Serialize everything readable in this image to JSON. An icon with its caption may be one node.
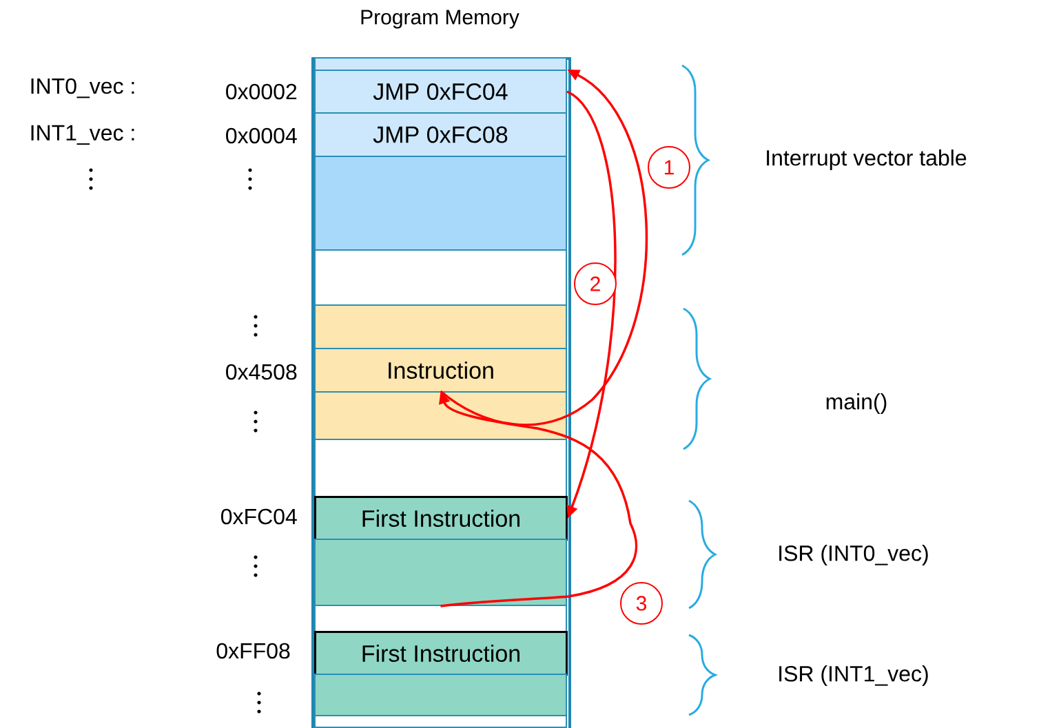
{
  "diagram": {
    "nodes": [
      {
        "text": [
          "Program Memory"
        ]
      },
      {
        "text": [],
        "shape": "box",
        "in": 0
      },
      {
        "text": [
          "JMP 0xFC04"
        ],
        "in": 0
      },
      {
        "text": [
          "JMP 0xFC08"
        ],
        "in": 0
      },
      {
        "text": [],
        "shape": "box",
        "in": 0
      },
      {
        "text": [],
        "shape": "box",
        "in": 0
      },
      {
        "text": [],
        "shape": "box",
        "in": 0
      },
      {
        "text": [
          "Instruction"
        ],
        "in": 0
      },
      {
        "text": [],
        "shape": "box",
        "in": 0
      },
      {
        "text": [],
        "shape": "box",
        "in": 0
      },
      {
        "text": [
          "First Instruction"
        ],
        "in": 0
      },
      {
        "text": [],
        "shape": "box",
        "in": 0
      },
      {
        "text": [],
        "shape": "box",
        "in": 0
      },
      {
        "text": [
          "First Instruction"
        ],
        "in": 0
      },
      {
        "text": [],
        "shape": "box",
        "in": 0
      },
      {
        "text": [],
        "shape": "box",
        "in": 0
      }
    ],
    "edges": [
      {
        "from": 8,
        "to": 2,
        "arrow": "to",
        "label": "1"
      },
      {
        "from": 2,
        "to": 10,
        "arrow": "to",
        "label": "2"
      },
      {
        "from": 11,
        "to": 8,
        "arrow": "to",
        "label": "3"
      }
    ],
    "labels": [
      "INT0_vec :",
      "0x0002",
      "INT1_vec :",
      "0x0004",
      "Interrupt vector table",
      "0x4508",
      "main()",
      "0xFC04",
      "ISR (INT0_vec)",
      "0xFF08",
      "ISR (INT1_vec)"
    ]
  }
}
